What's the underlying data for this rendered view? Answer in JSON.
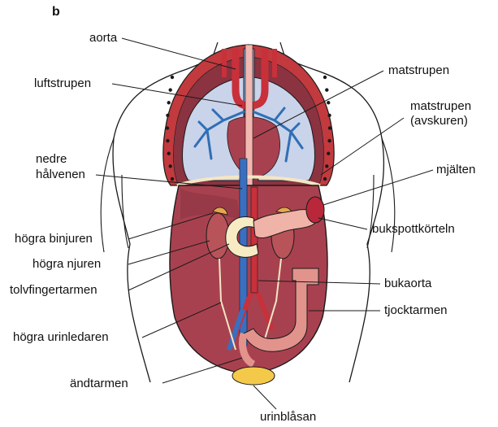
{
  "panel_letter": "b",
  "labels": {
    "aorta": "aorta",
    "luftstrupen": "luftstrupen",
    "nedre_halvenen": [
      "nedre",
      "hålvenen"
    ],
    "hogra_binjuren": "högra binjuren",
    "hogra_njuren": "högra njuren",
    "tolvfingertarmen": "tolvfingertarmen",
    "hogra_urinledaren": "högra urinledaren",
    "andtarmen": "ändtarmen",
    "urinblasan": "urinblåsan",
    "matstrupen": "matstrupen",
    "matstrupen_avskuren": [
      "matstrupen",
      "(avskuren)"
    ],
    "mjalten": "mjälten",
    "bukspottkorteln": "bukspottkörteln",
    "bukaorta": "bukaorta",
    "tjocktarmen": "tjocktarmen"
  },
  "colors": {
    "cavity": "#a8414f",
    "cavity_dark": "#7d2a36",
    "lung": "#c9d3ea",
    "bronchi": "#2f6fb5",
    "artery": "#c8303a",
    "vein": "#3a6fc0",
    "kidney": "#b8535a",
    "pancreas": "#f0b3a8",
    "duodenum": "#f7ebc4",
    "colon": "#e2938b",
    "bladder": "#f4c94a",
    "spleen": "#b8283a",
    "ribs": "#c23a3e",
    "outline": "#1a1a1a"
  }
}
